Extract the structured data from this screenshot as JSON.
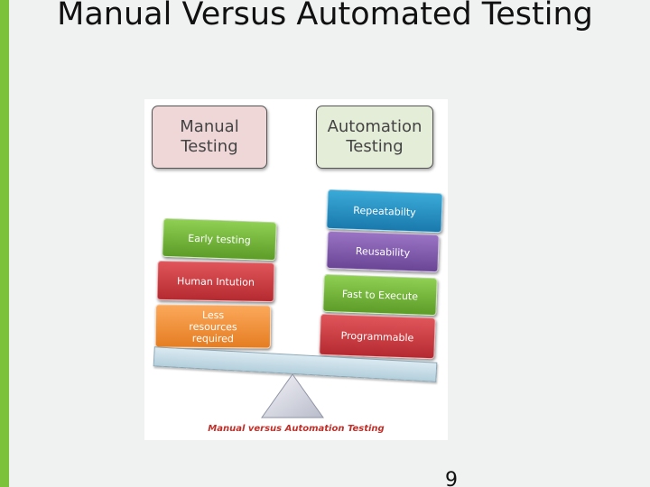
{
  "slide": {
    "title": "Manual Versus Automated Testing",
    "page_number": "9",
    "accent_color": "#7cc23a"
  },
  "figure": {
    "manual_header": "Manual Testing",
    "automation_header": "Automation Testing",
    "manual_blocks": [
      {
        "label": "Early testing",
        "color": "#75b83c"
      },
      {
        "label": "Human Intution",
        "color": "#c83a3f"
      },
      {
        "label": "Less resources required",
        "color": "#f29340"
      }
    ],
    "automation_blocks": [
      {
        "label": "Repeatabilty",
        "color": "#2a92c4"
      },
      {
        "label": "Reusability",
        "color": "#8359ad"
      },
      {
        "label": "Fast to Execute",
        "color": "#75b83c"
      },
      {
        "label": "Programmable",
        "color": "#c83a3f"
      }
    ],
    "caption": "Manual versus Automation Testing"
  }
}
